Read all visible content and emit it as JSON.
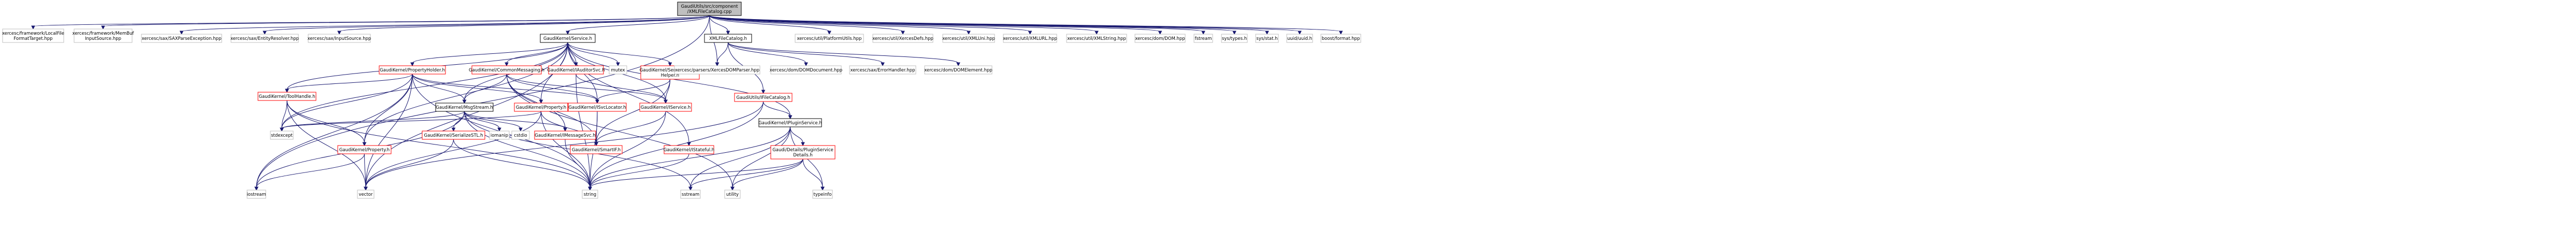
{
  "diagram": {
    "colors": {
      "edge": "#191970",
      "root_fill": "#bfbfbf",
      "border_red": "#ff0000",
      "border_black": "#000000",
      "border_gray": "#bfbfbf"
    },
    "nodes": [
      {
        "id": "root",
        "lines": [
          "GaudiUtils/src/component",
          "/XMLFileCatalog.cpp"
        ],
        "style": "root"
      },
      {
        "id": "localfile",
        "lines": [
          "xercesc/framework/LocalFile",
          "FormatTarget.hpp"
        ],
        "style": "gray"
      },
      {
        "id": "membuf",
        "lines": [
          "xercesc/framework/MemBuf",
          "InputSource.hpp"
        ],
        "style": "gray"
      },
      {
        "id": "saxparse",
        "lines": [
          "xercesc/sax/SAXParseException.hpp"
        ],
        "style": "gray"
      },
      {
        "id": "entityres",
        "lines": [
          "xercesc/sax/EntityResolver.hpp"
        ],
        "style": "gray"
      },
      {
        "id": "inputsrc",
        "lines": [
          "xercesc/sax/InputSource.hpp"
        ],
        "style": "gray"
      },
      {
        "id": "service",
        "lines": [
          "GaudiKernel/Service.h"
        ],
        "style": "black"
      },
      {
        "id": "xmlcat",
        "lines": [
          "XMLFileCatalog.h"
        ],
        "style": "black"
      },
      {
        "id": "platformutils",
        "lines": [
          "xercesc/util/PlatformUtils.hpp"
        ],
        "style": "gray"
      },
      {
        "id": "xercesdefs",
        "lines": [
          "xercesc/util/XercesDefs.hpp"
        ],
        "style": "gray"
      },
      {
        "id": "xmluni",
        "lines": [
          "xercesc/util/XMLUni.hpp"
        ],
        "style": "gray"
      },
      {
        "id": "xmlurl",
        "lines": [
          "xercesc/util/XMLURL.hpp"
        ],
        "style": "gray"
      },
      {
        "id": "xmlstring",
        "lines": [
          "xercesc/util/XMLString.hpp"
        ],
        "style": "gray"
      },
      {
        "id": "domhpp",
        "lines": [
          "xercesc/dom/DOM.hpp"
        ],
        "style": "gray"
      },
      {
        "id": "fstream",
        "lines": [
          "fstream"
        ],
        "style": "gray"
      },
      {
        "id": "systypes",
        "lines": [
          "sys/types.h"
        ],
        "style": "gray"
      },
      {
        "id": "sysstat",
        "lines": [
          "sys/stat.h"
        ],
        "style": "gray"
      },
      {
        "id": "uuid",
        "lines": [
          "uuid/uuid.h"
        ],
        "style": "gray"
      },
      {
        "id": "boostformat",
        "lines": [
          "boost/format.hpp"
        ],
        "style": "gray"
      },
      {
        "id": "propholder",
        "lines": [
          "GaudiKernel/PropertyHolder.h"
        ],
        "style": "red"
      },
      {
        "id": "commonmsg",
        "lines": [
          "GaudiKernel/CommonMessaging.h"
        ],
        "style": "red"
      },
      {
        "id": "auditorsvc",
        "lines": [
          "GaudiKernel/IAuditorSvc.h"
        ],
        "style": "red"
      },
      {
        "id": "mutex",
        "lines": [
          "mutex"
        ],
        "style": "gray"
      },
      {
        "id": "svclocator",
        "lines": [
          "GaudiKernel/ServiceLocator",
          "Helper.h"
        ],
        "style": "red"
      },
      {
        "id": "xercesdomparser",
        "lines": [
          "xercesc/parsers/XercesDOMParser.hpp"
        ],
        "style": "gray"
      },
      {
        "id": "ifilecat",
        "lines": [
          "GaudiUtils/IFileCatalog.h"
        ],
        "style": "red"
      },
      {
        "id": "domdocument",
        "lines": [
          "xercesc/dom/DOMDocument.hpp"
        ],
        "style": "gray"
      },
      {
        "id": "errorhandler",
        "lines": [
          "xercesc/sax/ErrorHandler.hpp"
        ],
        "style": "gray"
      },
      {
        "id": "domelement",
        "lines": [
          "xercesc/dom/DOMElement.hpp"
        ],
        "style": "gray"
      },
      {
        "id": "toolhandle",
        "lines": [
          "GaudiKernel/ToolHandle.h"
        ],
        "style": "red"
      },
      {
        "id": "msgstream",
        "lines": [
          "GaudiKernel/MsgStream.h"
        ],
        "style": "black"
      },
      {
        "id": "gkprop_mid",
        "lines": [
          "GaudiKernel/Property.h"
        ],
        "style": "red"
      },
      {
        "id": "isvclocator",
        "lines": [
          "GaudiKernel/ISvcLocator.h"
        ],
        "style": "red"
      },
      {
        "id": "iservice",
        "lines": [
          "GaudiKernel/IService.h"
        ],
        "style": "red"
      },
      {
        "id": "ipluginsvc",
        "lines": [
          "GaudiKernel/IPluginService.h"
        ],
        "style": "black"
      },
      {
        "id": "stdexcept",
        "lines": [
          "stdexcept"
        ],
        "style": "gray"
      },
      {
        "id": "serializestl",
        "lines": [
          "GaudiKernel/SerializeSTL.h"
        ],
        "style": "red"
      },
      {
        "id": "iomanip",
        "lines": [
          "iomanip"
        ],
        "style": "gray"
      },
      {
        "id": "cstdio",
        "lines": [
          "cstdio"
        ],
        "style": "gray"
      },
      {
        "id": "imessagesvc",
        "lines": [
          "GaudiKernel/IMessageSvc.h"
        ],
        "style": "red"
      },
      {
        "id": "ismartif",
        "lines": [
          "GaudiKernel/SmartIF.h"
        ],
        "style": "red"
      },
      {
        "id": "istateful",
        "lines": [
          "GaudiKernel/IStateful.h"
        ],
        "style": "red"
      },
      {
        "id": "gkprop_low",
        "lines": [
          "GaudiKernel/Property.h"
        ],
        "style": "red"
      },
      {
        "id": "gaudidetails",
        "lines": [
          "Gaudi/Details/PluginService",
          "Details.h"
        ],
        "style": "red"
      },
      {
        "id": "iostream",
        "lines": [
          "iostream"
        ],
        "style": "gray"
      },
      {
        "id": "vector",
        "lines": [
          "vector"
        ],
        "style": "gray"
      },
      {
        "id": "string",
        "lines": [
          "string"
        ],
        "style": "gray"
      },
      {
        "id": "sstream",
        "lines": [
          "sstream"
        ],
        "style": "gray"
      },
      {
        "id": "utility",
        "lines": [
          "utility"
        ],
        "style": "gray"
      },
      {
        "id": "typeinfo",
        "lines": [
          "typeinfo"
        ],
        "style": "gray"
      }
    ],
    "edges": [
      [
        "root",
        "localfile"
      ],
      [
        "root",
        "membuf"
      ],
      [
        "root",
        "saxparse"
      ],
      [
        "root",
        "entityres"
      ],
      [
        "root",
        "inputsrc"
      ],
      [
        "root",
        "service"
      ],
      [
        "root",
        "xmlcat"
      ],
      [
        "root",
        "platformutils"
      ],
      [
        "root",
        "xercesdefs"
      ],
      [
        "root",
        "xmluni"
      ],
      [
        "root",
        "xmlurl"
      ],
      [
        "root",
        "xmlstring"
      ],
      [
        "root",
        "domhpp"
      ],
      [
        "root",
        "fstream"
      ],
      [
        "root",
        "systypes"
      ],
      [
        "root",
        "sysstat"
      ],
      [
        "root",
        "uuid"
      ],
      [
        "root",
        "boostformat"
      ],
      [
        "root",
        "iostream"
      ],
      [
        "root",
        "xercesdomparser"
      ],
      [
        "service",
        "propholder"
      ],
      [
        "service",
        "commonmsg"
      ],
      [
        "service",
        "auditorsvc"
      ],
      [
        "service",
        "mutex"
      ],
      [
        "service",
        "svclocator"
      ],
      [
        "service",
        "toolhandle"
      ],
      [
        "service",
        "msgstream"
      ],
      [
        "service",
        "gkprop_mid"
      ],
      [
        "service",
        "isvclocator"
      ],
      [
        "service",
        "iservice"
      ],
      [
        "service",
        "istateful"
      ],
      [
        "service",
        "ipluginsvc"
      ],
      [
        "service",
        "stdexcept"
      ],
      [
        "service",
        "gkprop_low"
      ],
      [
        "service",
        "vector"
      ],
      [
        "xmlcat",
        "xercesdomparser"
      ],
      [
        "xmlcat",
        "ifilecat"
      ],
      [
        "xmlcat",
        "domdocument"
      ],
      [
        "xmlcat",
        "errorhandler"
      ],
      [
        "xmlcat",
        "domelement"
      ],
      [
        "propholder",
        "toolhandle"
      ],
      [
        "propholder",
        "gkprop_mid"
      ],
      [
        "propholder",
        "isvclocator"
      ],
      [
        "propholder",
        "msgstream"
      ],
      [
        "propholder",
        "stdexcept"
      ],
      [
        "propholder",
        "gkprop_low"
      ],
      [
        "propholder",
        "iostream"
      ],
      [
        "propholder",
        "vector"
      ],
      [
        "propholder",
        "string"
      ],
      [
        "commonmsg",
        "msgstream"
      ],
      [
        "commonmsg",
        "isvclocator"
      ],
      [
        "commonmsg",
        "imessagesvc"
      ],
      [
        "commonmsg",
        "ismartif"
      ],
      [
        "commonmsg",
        "iservice"
      ],
      [
        "commonmsg",
        "utility"
      ],
      [
        "auditorsvc",
        "iservice"
      ],
      [
        "auditorsvc",
        "string"
      ],
      [
        "svclocator",
        "iservice"
      ],
      [
        "svclocator",
        "ismartif"
      ],
      [
        "svclocator",
        "isvclocator"
      ],
      [
        "ifilecat",
        "ipluginsvc"
      ],
      [
        "ifilecat",
        "string"
      ],
      [
        "ifilecat",
        "vector"
      ],
      [
        "toolhandle",
        "stdexcept"
      ],
      [
        "toolhandle",
        "gkprop_low"
      ],
      [
        "toolhandle",
        "string"
      ],
      [
        "toolhandle",
        "vector"
      ],
      [
        "msgstream",
        "serializestl"
      ],
      [
        "msgstream",
        "iomanip"
      ],
      [
        "msgstream",
        "cstdio"
      ],
      [
        "msgstream",
        "imessagesvc"
      ],
      [
        "msgstream",
        "stdexcept"
      ],
      [
        "msgstream",
        "iostream"
      ],
      [
        "msgstream",
        "string"
      ],
      [
        "msgstream",
        "sstream"
      ],
      [
        "gkprop_mid",
        "stdexcept"
      ],
      [
        "gkprop_mid",
        "ismartif"
      ],
      [
        "gkprop_mid",
        "string"
      ],
      [
        "gkprop_mid",
        "vector"
      ],
      [
        "isvclocator",
        "ismartif"
      ],
      [
        "isvclocator",
        "string"
      ],
      [
        "iservice",
        "ismartif"
      ],
      [
        "iservice",
        "string"
      ],
      [
        "ipluginsvc",
        "gaudidetails"
      ],
      [
        "ipluginsvc",
        "string"
      ],
      [
        "ipluginsvc",
        "typeinfo"
      ],
      [
        "ipluginsvc",
        "utility"
      ],
      [
        "ipluginsvc",
        "sstream"
      ],
      [
        "serializestl",
        "vector"
      ],
      [
        "serializestl",
        "string"
      ],
      [
        "imessagesvc",
        "string"
      ],
      [
        "istateful",
        "string"
      ],
      [
        "gkprop_low",
        "iostream"
      ],
      [
        "gkprop_low",
        "vector"
      ],
      [
        "gaudidetails",
        "string"
      ],
      [
        "gaudidetails",
        "typeinfo"
      ],
      [
        "gaudidetails",
        "utility"
      ],
      [
        "gaudidetails",
        "sstream"
      ]
    ]
  }
}
